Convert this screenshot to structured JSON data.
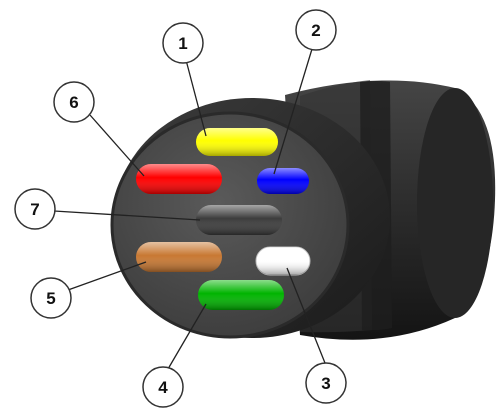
{
  "diagram": {
    "subject": "connector-pin-diagram",
    "pins": [
      {
        "id": "1",
        "color": "#ffff00"
      },
      {
        "id": "2",
        "color": "#0000ff"
      },
      {
        "id": "3",
        "color": "#ffffff"
      },
      {
        "id": "4",
        "color": "#00b400"
      },
      {
        "id": "5",
        "color": "#c87832"
      },
      {
        "id": "6",
        "color": "#ff0000"
      },
      {
        "id": "7",
        "color": "#3c3c3c"
      }
    ]
  },
  "callouts": [
    "1",
    "2",
    "3",
    "4",
    "5",
    "6",
    "7"
  ],
  "colors": {
    "body_dark": "#1c1c1c",
    "body_mid": "#3a3a3a",
    "face_inner": "#4a4a4a",
    "callout_fill": "#ffffff",
    "callout_stroke": "#333333"
  }
}
